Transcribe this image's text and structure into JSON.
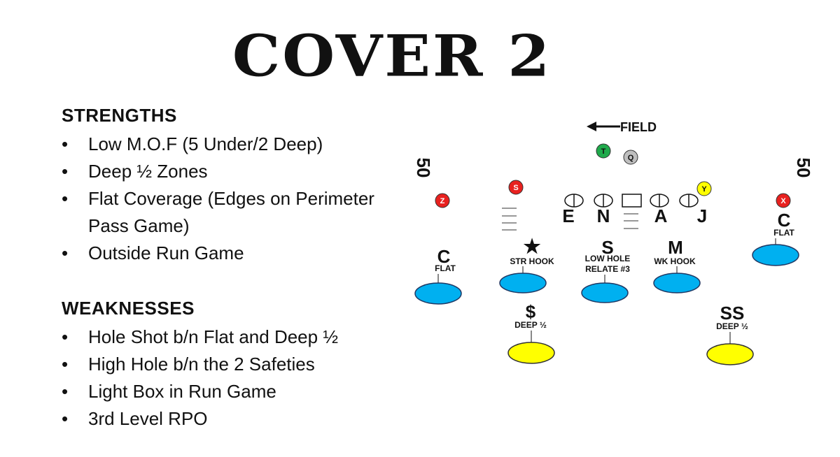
{
  "title": "COVER 2",
  "strengths": {
    "heading": "STRENGTHS",
    "items": [
      "Low M.O.F (5 Under/2 Deep)",
      "Deep ½ Zones",
      "Flat Coverage (Edges on Perimeter Pass Game)",
      "Outside Run Game"
    ]
  },
  "weaknesses": {
    "heading": "WEAKNESSES",
    "items": [
      "Hole Shot b/n Flat and Deep ½",
      "High Hole b/n the 2 Safeties",
      "Light Box in Run Game",
      "3rd Level RPO"
    ]
  },
  "diagram": {
    "field_label": "FIELD",
    "yard_left": "50",
    "yard_right": "50",
    "offense": {
      "t": "T",
      "q": "Q",
      "s": "S",
      "z": "Z",
      "y": "Y",
      "x": "X"
    },
    "dline": {
      "e": "E",
      "n": "N",
      "a": "A",
      "j": "J"
    },
    "zones": {
      "corner_left": {
        "letter": "C",
        "label": "FLAT"
      },
      "star": {
        "letter": "★",
        "label": "STR HOOK"
      },
      "sam": {
        "letter": "S",
        "label1": "LOW HOLE",
        "label2": "RELATE #3"
      },
      "mike": {
        "letter": "M",
        "label": "WK HOOK"
      },
      "corner_right": {
        "letter": "C",
        "label": "FLAT"
      },
      "safety_left": {
        "letter": "$",
        "label": "DEEP ½"
      },
      "safety_right": {
        "letter": "SS",
        "label": "DEEP ½"
      }
    }
  },
  "colors": {
    "zone_blue": "#00b0f0",
    "zone_yellow": "#ffff00",
    "offense_red": "#e8211f",
    "tight_end_green": "#1faa4b",
    "qb_gray": "#bfbfbf",
    "y_yellow": "#ffff00"
  }
}
